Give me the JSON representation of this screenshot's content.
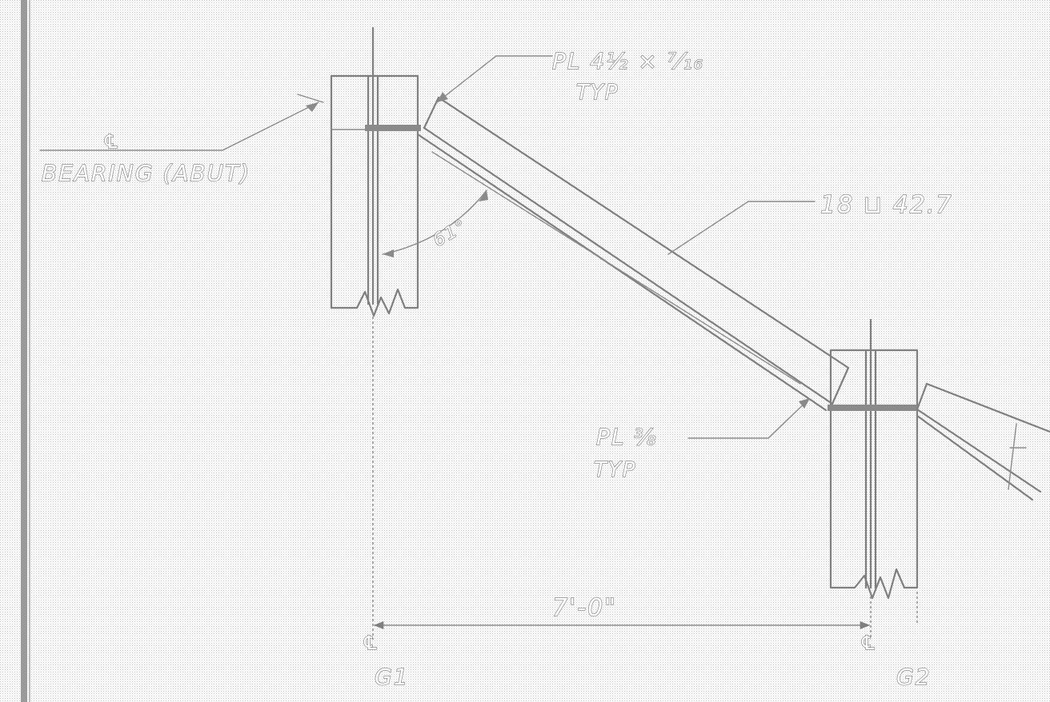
{
  "labels": {
    "centerline_mark": "℄",
    "bearing": "BEARING (ABUT)",
    "plate_top": "PL 4½ × ⁷⁄₁₆",
    "typ_top": "TYP",
    "member": "18 ⊔ 42.7",
    "angle": "61°",
    "plate_bottom": "PL ⅜",
    "typ_bottom": "TYP",
    "dimension": "7'-0\"",
    "girder_left": "G1",
    "girder_right": "G2",
    "cl_left": "℄",
    "cl_right": "℄"
  },
  "colors": {
    "ink": "#7f7f7f",
    "paper": "#ffffff",
    "screen": "#cfcfcf"
  }
}
